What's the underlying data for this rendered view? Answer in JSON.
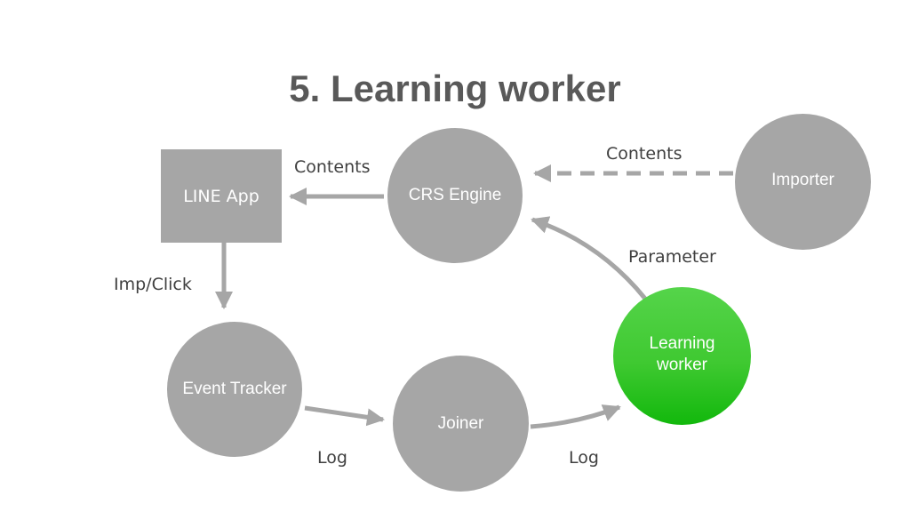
{
  "slide": {
    "title": "5. Learning worker"
  },
  "nodes": {
    "line_app": "LINE App",
    "crs_engine": "CRS Engine",
    "importer": "Importer",
    "event_tracker": "Event Tracker",
    "joiner": "Joiner",
    "learning_worker": "Learning\nworker"
  },
  "edges": {
    "crs_to_app": "Contents",
    "importer_to_crs": "Contents",
    "app_to_tracker": "Imp/Click",
    "tracker_to_joiner": "Log",
    "joiner_to_worker": "Log",
    "worker_to_crs": "Parameter"
  },
  "colors": {
    "node_gray": "#a6a6a6",
    "arrow_gray": "#a6a6a6",
    "worker_green": "#3fc931",
    "title_text": "#595959"
  }
}
